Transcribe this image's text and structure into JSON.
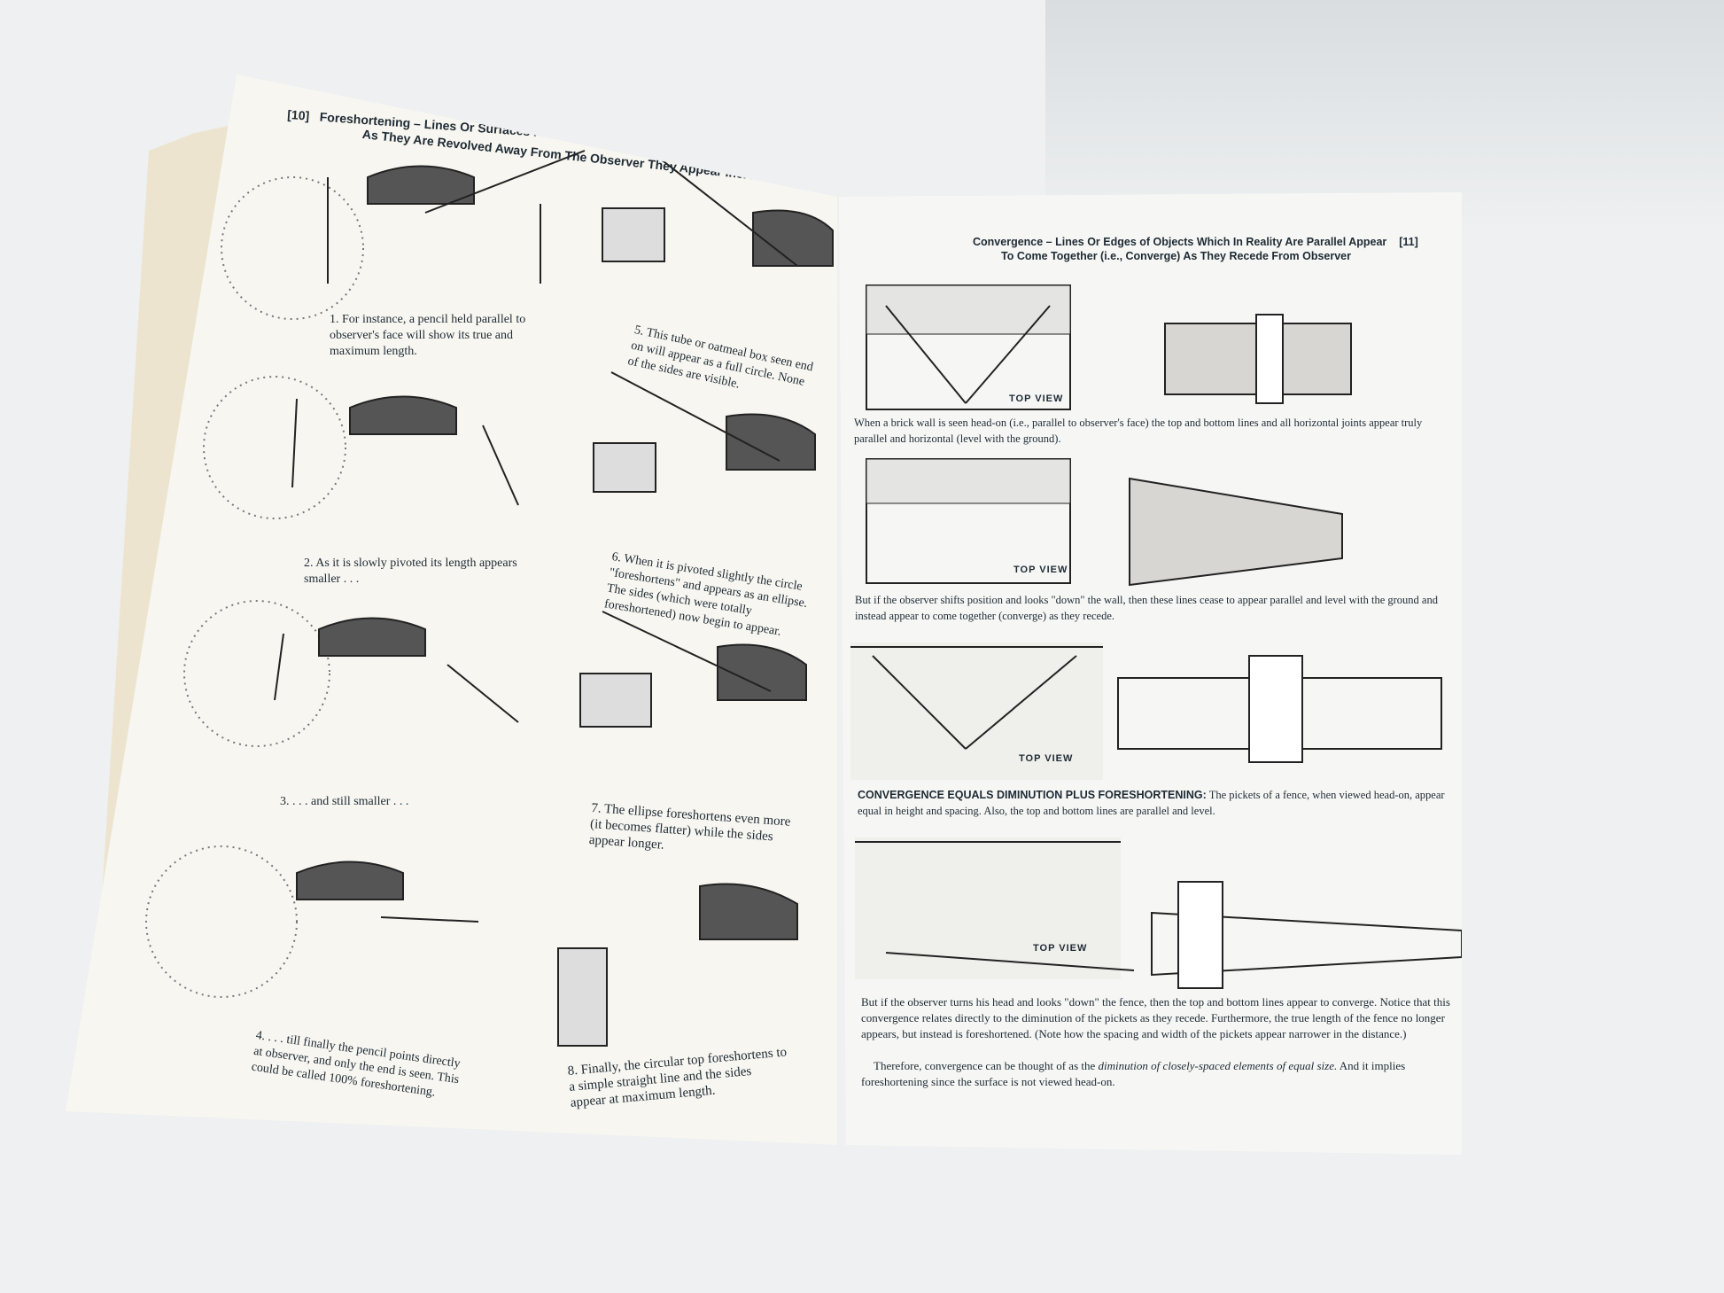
{
  "left_page": {
    "page_number": "[10]",
    "heading_line1": "Foreshortening – Lines Or Surfaces Parallel To The Observer's Face Show Their Maximum",
    "heading_line2": "As They Are Revolved Away From The Observer They Appear Increasingly Shorter",
    "captions": [
      "1. For instance, a pencil held parallel to observer's face will show its true and maximum length.",
      "2. As it is slowly pivoted its length appears smaller . . .",
      "3. . . . and still smaller . . .",
      "4. . . . till finally the pencil points directly at observer, and only the end is seen. This could be called 100% foreshortening.",
      "5. This tube or oatmeal box seen end on will appear as a full circle. None of the sides are visible.",
      "6. When it is pivoted slightly the circle \"foreshortens\" and appears as an ellipse. The sides (which were totally foreshortened) now begin to appear.",
      "7. The ellipse foreshortens even more (it becomes flatter) while the sides appear longer.",
      "8. Finally, the circular top foreshortens to a simple straight line and the sides appear at maximum length."
    ]
  },
  "right_page": {
    "page_number": "[11]",
    "heading_line1": "Convergence – Lines Or Edges of Objects Which In Reality Are Parallel Appear",
    "heading_line2": "To Come Together (i.e., Converge) As They Recede From Observer",
    "top_view_label": "TOP VIEW",
    "para1": "When a brick wall is seen head-on (i.e., parallel to observer's face) the top and bottom lines and all horizontal joints appear truly parallel and horizontal (level with the ground).",
    "para2": "But if the observer shifts position and looks \"down\" the wall, then these lines cease to appear parallel and level with the ground and instead appear to come together (converge) as they recede.",
    "para3_bold": "CONVERGENCE EQUALS DIMINUTION PLUS FORESHORTENING:",
    "para3": "The pickets of a fence, when viewed head-on, appear equal in height and spacing. Also, the top and bottom lines are parallel and level.",
    "para4": "But if the observer turns his head and looks \"down\" the fence, then the top and bottom lines appear to converge. Notice that this convergence relates directly to the diminution of the pickets as they recede. Furthermore, the true length of the fence no longer appears, but instead is foreshortened. (Note how the spacing and width of the pickets appear narrower in the distance.)",
    "para5_start": "Therefore, convergence can be thought of as the",
    "para5_italic": "diminution of closely-spaced elements of equal size.",
    "para5_end": "And it implies foreshortening since the surface is not viewed head-on."
  }
}
